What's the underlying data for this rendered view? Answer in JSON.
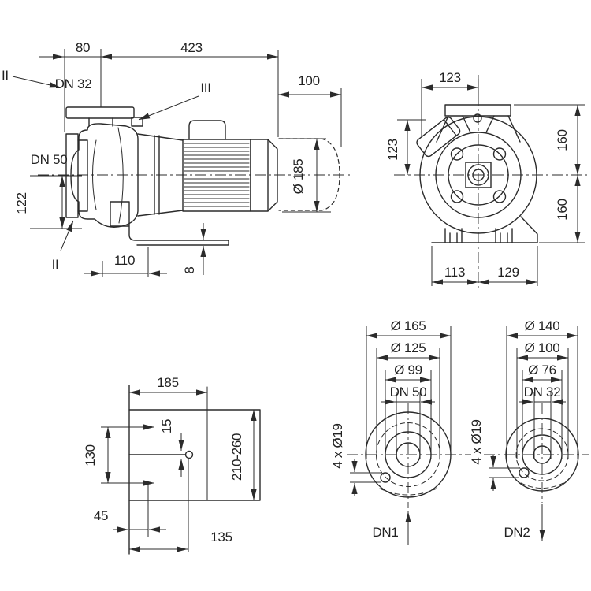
{
  "drawing": {
    "kind": "technical dimensional drawing",
    "subject": "end-suction pump with motor, four orthographic views",
    "line_color": "#2b2b2b",
    "background": "#ffffff"
  },
  "side_view": {
    "d80": "80",
    "d423": "423",
    "d100": "100",
    "dn32": "DN 32",
    "dn50": "DN 50",
    "d122": "122",
    "d185": "Ø 185",
    "d110": "110",
    "d8": "8",
    "ii_top": "II",
    "ii_bottom": "II",
    "iii": "III"
  },
  "front_view": {
    "d123_top": "123",
    "d123_left": "123",
    "d160_top": "160",
    "d160_bottom": "160",
    "d113": "113",
    "d129": "129"
  },
  "bracket_view": {
    "d185": "185",
    "d130": "130",
    "d15": "15",
    "d210_260": "210-260",
    "d45": "45",
    "d135": "135"
  },
  "flange_dn1": {
    "outer": "Ø 165",
    "bolt_circle": "Ø 125",
    "face": "Ø 99",
    "bore": "DN 50",
    "holes": "4 x Ø19",
    "label": "DN1"
  },
  "flange_dn2": {
    "outer": "Ø 140",
    "bolt_circle": "Ø 100",
    "face": "Ø 76",
    "bore": "DN 32",
    "holes": "4 x Ø19",
    "label": "DN2"
  }
}
